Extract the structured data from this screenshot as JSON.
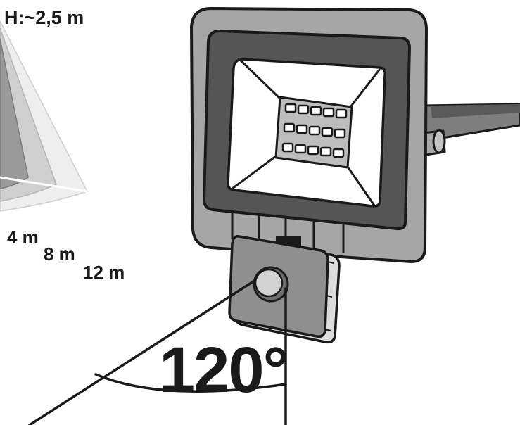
{
  "labels": {
    "mount_height": "H:~2,5 m",
    "range_near": "4 m",
    "range_mid": "8 m",
    "range_far": "12 m",
    "detection_angle": "120°"
  },
  "colors": {
    "frame_light": "#a6a6a6",
    "frame_dark": "#555555",
    "lens_white": "#ffffff",
    "led_panel": "#bdbdbd",
    "sensor_body": "#8f8f8f",
    "outline": "#1a1a1a",
    "cone_outer": "#e6e6e6",
    "cone_mid": "#c8c8c8",
    "cone_inner": "#9a9a9a"
  },
  "icons": {
    "floodlight": "led-floodlight-icon",
    "motion_sensor": "pir-sensor-icon",
    "detection_zone": "detection-cone-icon"
  }
}
